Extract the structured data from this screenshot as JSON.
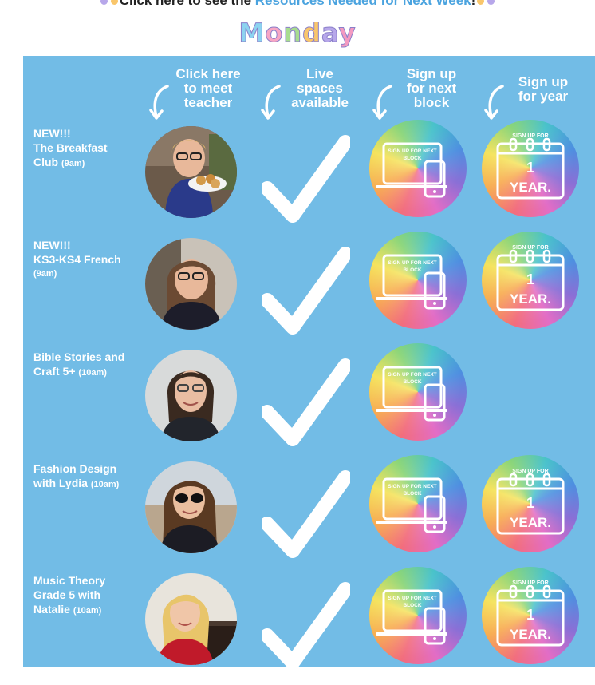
{
  "top_link": {
    "prefix": "Click here to see the ",
    "link": "Resources Needed for Next Week",
    "suffix": "!"
  },
  "day_title": [
    "M",
    "o",
    "n",
    "d",
    "a",
    "y"
  ],
  "day_colors": [
    "#8dd3f0",
    "#f7a6c4",
    "#a8dc8f",
    "#f9c66b",
    "#b7a7ea",
    "#f49ac1"
  ],
  "headers": {
    "meet_teacher": [
      "Click here",
      "to meet",
      "teacher"
    ],
    "live_spaces": [
      "Live",
      "spaces",
      "available"
    ],
    "next_block": [
      "Sign up",
      "for next",
      "block"
    ],
    "for_year": [
      "Sign up",
      "for year"
    ]
  },
  "buttons": {
    "next_block_text": [
      "SIGN UP FOR NEXT",
      "BLOCK"
    ],
    "year_top": "SIGN UP FOR",
    "year_num": "1",
    "year_word": "YEAR."
  },
  "classes": [
    {
      "lines": [
        "NEW!!!",
        "The Breakfast",
        "Club"
      ],
      "time": "(9am)",
      "has_year": true
    },
    {
      "lines": [
        "NEW!!!",
        "KS3-KS4 French"
      ],
      "time": "(9am)",
      "has_year": true
    },
    {
      "lines": [
        "Bible Stories and",
        "Craft 5+"
      ],
      "time": "(10am)",
      "has_year": false
    },
    {
      "lines": [
        "Fashion Design",
        "with Lydia"
      ],
      "time": "(10am)",
      "has_year": true
    },
    {
      "lines": [
        "Music Theory",
        "Grade 5 with",
        "Natalie"
      ],
      "time": "(10am)",
      "has_year": true
    }
  ],
  "colors": {
    "panel": "#72bce6",
    "link": "#4aa3df"
  }
}
